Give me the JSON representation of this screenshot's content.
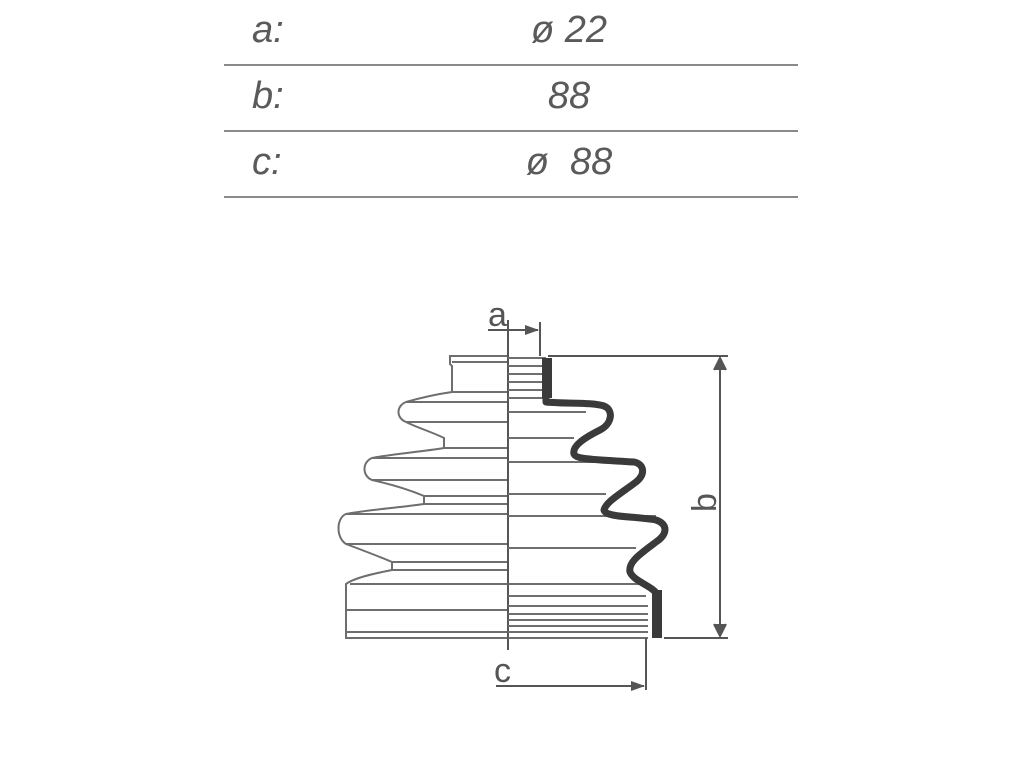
{
  "dimensions": [
    {
      "label": "a:",
      "value": "ø 22"
    },
    {
      "label": "b:",
      "value": "88"
    },
    {
      "label": "c:",
      "value": "ø  88"
    }
  ],
  "drawing": {
    "label_a": "a",
    "label_b": "b",
    "label_c": "c",
    "line_color": "#6e6e6e",
    "seal_color": "#3a3a3a"
  }
}
